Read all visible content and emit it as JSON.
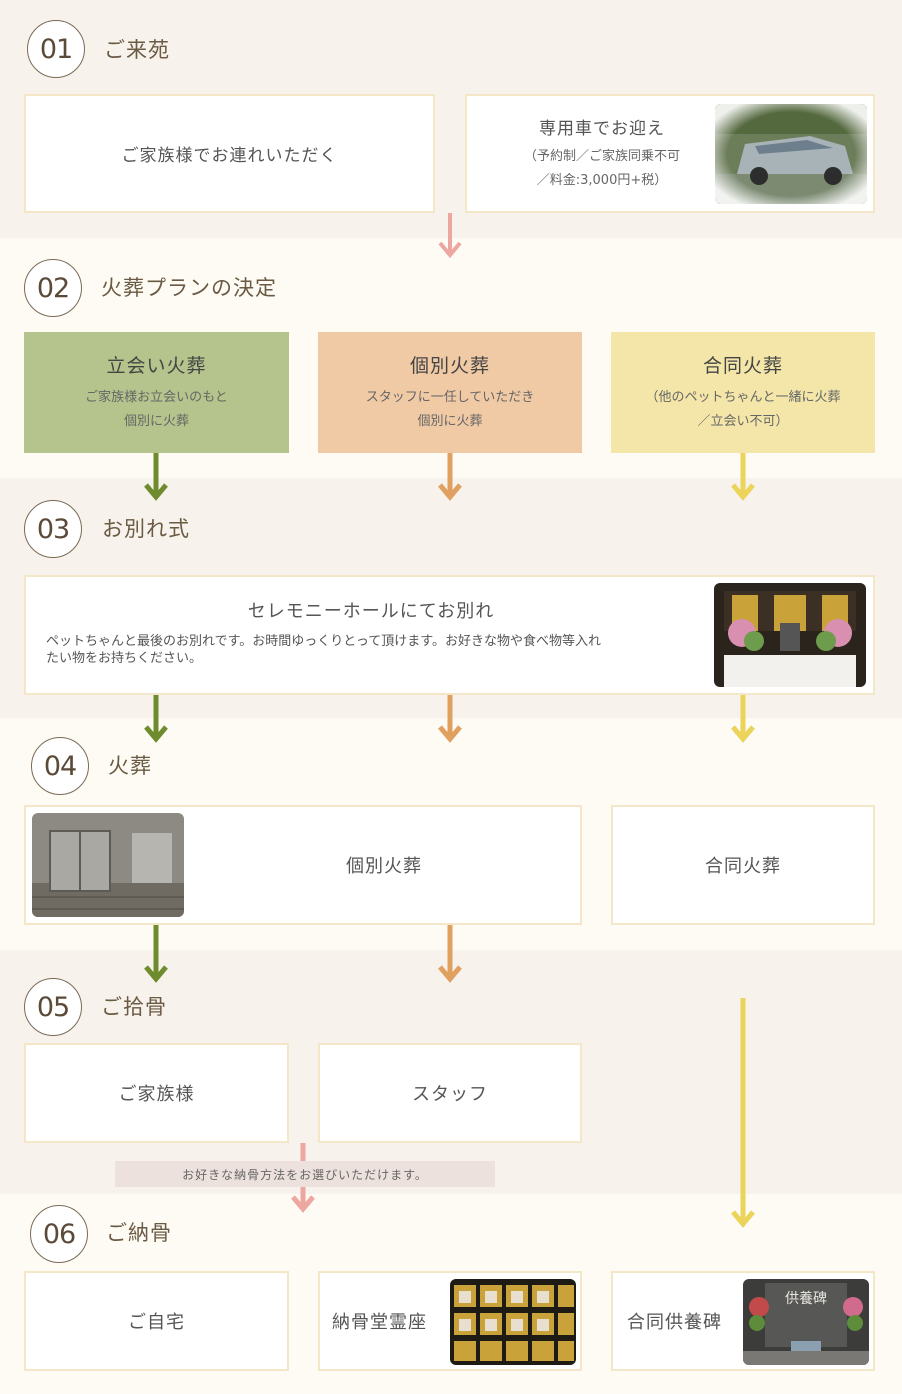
{
  "steps": [
    {
      "num": "01",
      "title": "ご来苑"
    },
    {
      "num": "02",
      "title": "火葬プランの決定"
    },
    {
      "num": "03",
      "title": "お別れ式"
    },
    {
      "num": "04",
      "title": "火葬"
    },
    {
      "num": "05",
      "title": "ご拾骨"
    },
    {
      "num": "06",
      "title": "ご納骨"
    }
  ],
  "arrival": {
    "family": "ご家族様でお連れいただく",
    "pickup_title": "専用車でお迎え",
    "pickup_note1": "（予約制／ご家族同乗不可",
    "pickup_note2": "／料金:3,000円+税）"
  },
  "plans": [
    {
      "title": "立会い火葬",
      "line1": "ご家族様お立会いのもと",
      "line2": "個別に火葬",
      "color": "#b5c48c"
    },
    {
      "title": "個別火葬",
      "line1": "スタッフに一任していただき",
      "line2": "個別に火葬",
      "color": "#f0c9a5"
    },
    {
      "title": "合同火葬",
      "line1": "（他のペットちゃんと一緒に火葬",
      "line2": "／立会い不可）",
      "color": "#f4e6a8"
    }
  ],
  "ceremony": {
    "title": "セレモニーホールにてお別れ",
    "desc_line1": "ペットちゃんと最後のお別れです。お時間ゆっくりとって頂けます。お好きな物や食べ物等入れ",
    "desc_line2": "たい物をお持ちください。"
  },
  "cremation": {
    "individual": "個別火葬",
    "joint": "合同火葬"
  },
  "collection": {
    "family": "ご家族様",
    "staff": "スタッフ",
    "notice": "お好きな納骨方法をお選びいただけます。"
  },
  "interment": {
    "home": "ご自宅",
    "ossuary": "納骨堂霊座",
    "memorial": "合同供養碑",
    "stone_text": "供養碑"
  },
  "colors": {
    "green": "#6e8c2e",
    "orange": "#e0a060",
    "yellow": "#ecd35a",
    "pink": "#eda6a0"
  }
}
